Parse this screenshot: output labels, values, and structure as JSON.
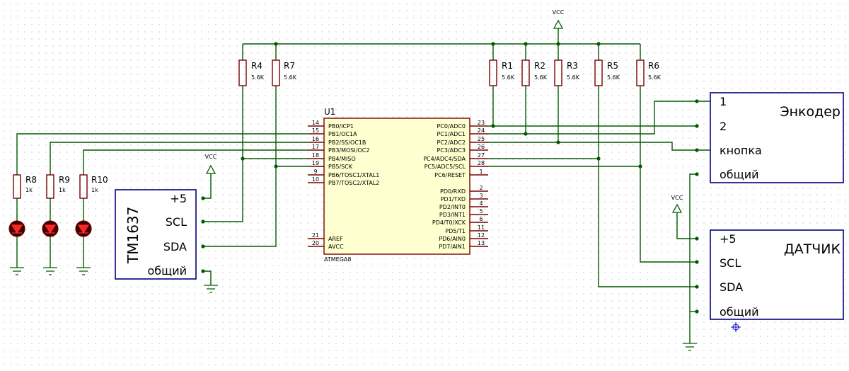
{
  "vcc_label": "VCC",
  "resistors": {
    "r4": {
      "ref": "R4",
      "value": "5.6K"
    },
    "r7": {
      "ref": "R7",
      "value": "5.6K"
    },
    "r1": {
      "ref": "R1",
      "value": "5.6K"
    },
    "r2": {
      "ref": "R2",
      "value": "5.6K"
    },
    "r3": {
      "ref": "R3",
      "value": "5.6K"
    },
    "r5": {
      "ref": "R5",
      "value": "5.6K"
    },
    "r6": {
      "ref": "R6",
      "value": "5.6K"
    },
    "r8": {
      "ref": "R8",
      "value": "1k"
    },
    "r9": {
      "ref": "R9",
      "value": "1k"
    },
    "r10": {
      "ref": "R10",
      "value": "1k"
    }
  },
  "mcu": {
    "ref": "U1",
    "part": "ATMEGA8",
    "left_pins": [
      {
        "num": "14",
        "name": "PB0/ICP1"
      },
      {
        "num": "15",
        "name": "PB1/OC1A"
      },
      {
        "num": "16",
        "name": "PB2/SS/OC1B"
      },
      {
        "num": "17",
        "name": "PB3/MOSI/OC2"
      },
      {
        "num": "18",
        "name": "PB4/MISO"
      },
      {
        "num": "19",
        "name": "PB5/SCK"
      },
      {
        "num": "9",
        "name": "PB6/TOSC1/XTAL1"
      },
      {
        "num": "10",
        "name": "PB7/TOSC2/XTAL2"
      },
      {
        "num": "21",
        "name": "AREF"
      },
      {
        "num": "20",
        "name": "AVCC"
      }
    ],
    "right_pins": [
      {
        "num": "23",
        "name": "PC0/ADC0"
      },
      {
        "num": "24",
        "name": "PC1/ADC1"
      },
      {
        "num": "25",
        "name": "PC2/ADC2"
      },
      {
        "num": "26",
        "name": "PC3/ADC3"
      },
      {
        "num": "27",
        "name": "PC4/ADC4/SDA"
      },
      {
        "num": "28",
        "name": "PC5/ADC5/SCL"
      },
      {
        "num": "1",
        "name": "PC6/RESET"
      },
      {
        "num": "2",
        "name": "PD0/RXD"
      },
      {
        "num": "3",
        "name": "PD1/TXD"
      },
      {
        "num": "4",
        "name": "PD2/INT0"
      },
      {
        "num": "5",
        "name": "PD3/INT1"
      },
      {
        "num": "6",
        "name": "PD4/T0/XCK"
      },
      {
        "num": "11",
        "name": "PD5/T1"
      },
      {
        "num": "12",
        "name": "PD6/AIN0"
      },
      {
        "num": "13",
        "name": "PD7/AIN1"
      }
    ]
  },
  "tm1637": {
    "title": "TM1637",
    "pins": [
      "+5",
      "SCL",
      "SDA",
      "общий"
    ]
  },
  "encoder": {
    "title": "Энкодер",
    "pins": [
      "1",
      "2",
      "кнопка",
      "общий"
    ]
  },
  "sensor": {
    "title": "ДАТЧИК",
    "pins": [
      "+5",
      "SCL",
      "SDA",
      "общий"
    ]
  }
}
